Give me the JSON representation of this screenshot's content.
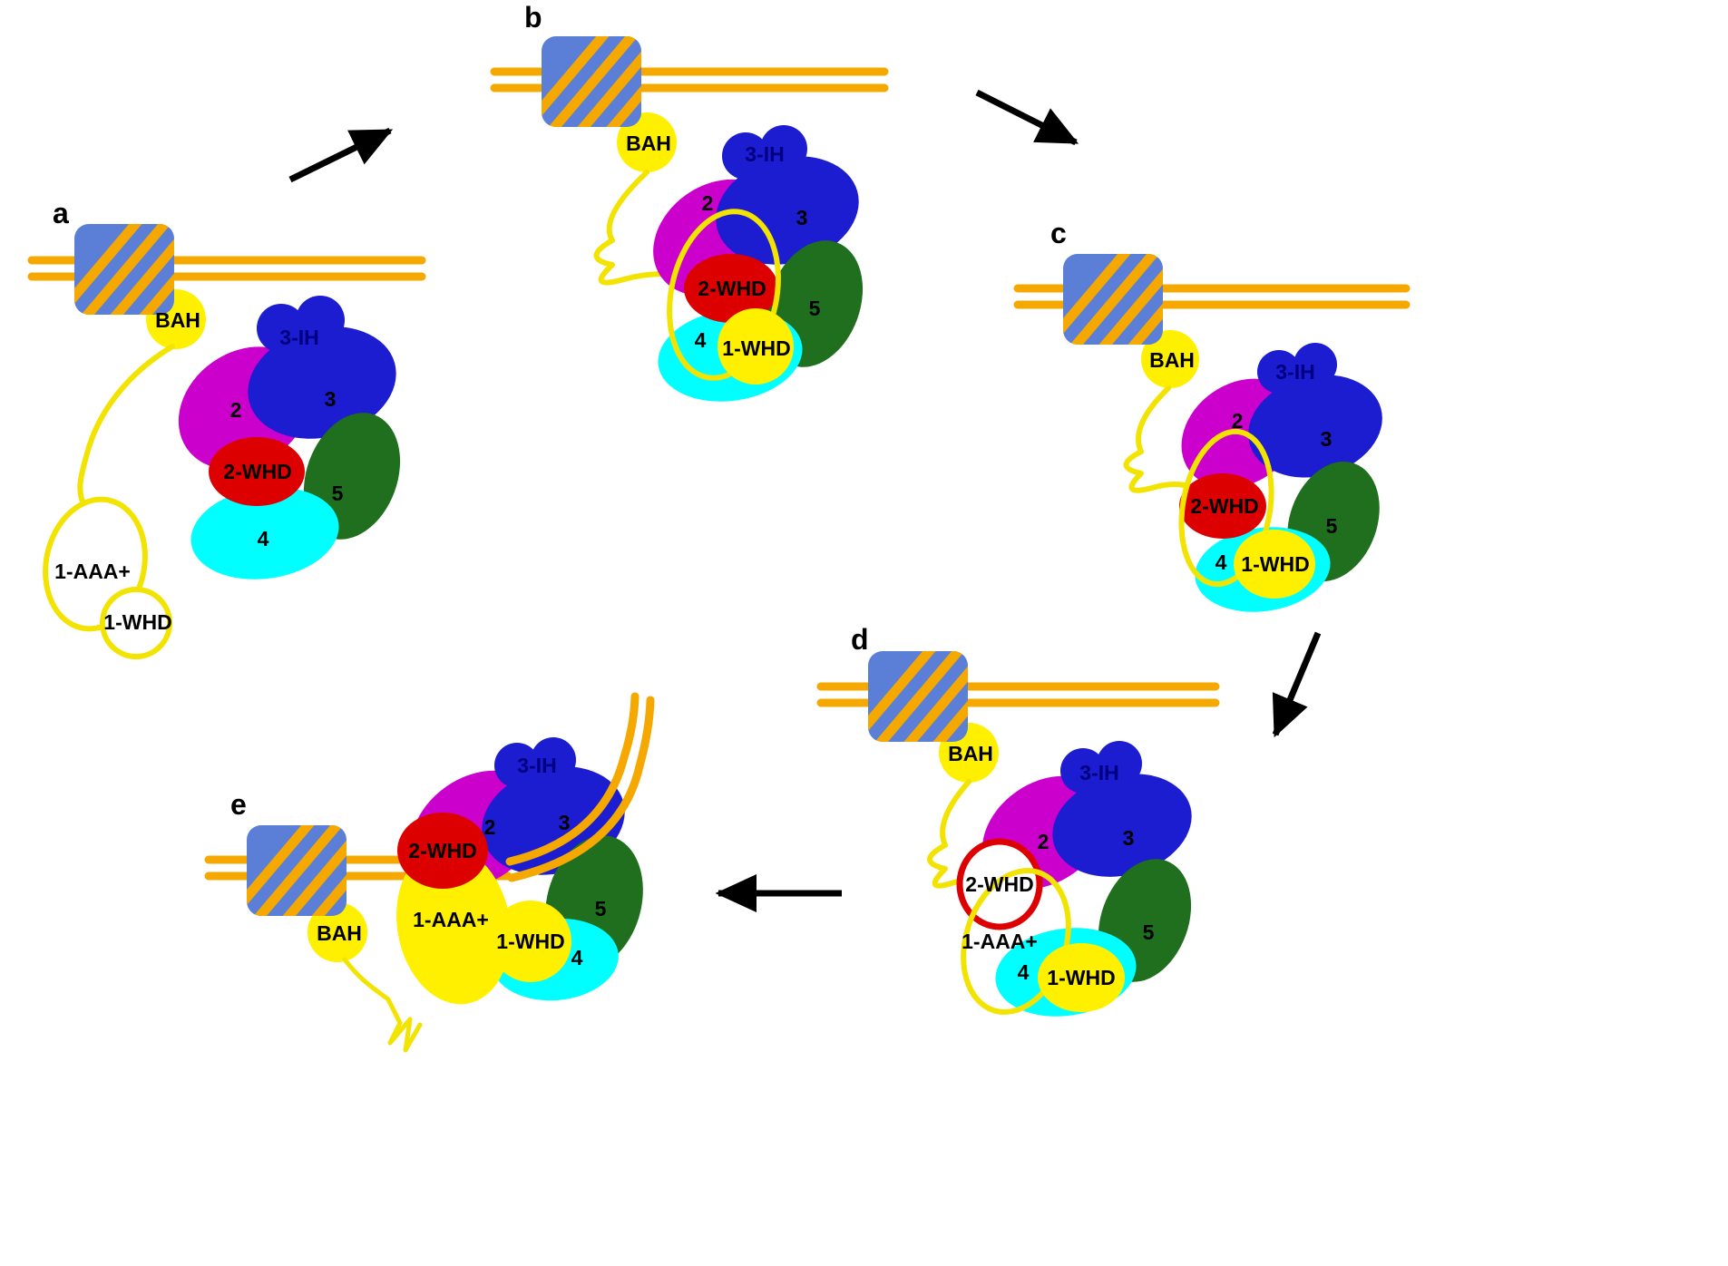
{
  "panels": {
    "a": "a",
    "b": "b",
    "c": "c",
    "d": "d",
    "e": "e"
  },
  "labels": {
    "bah": "BAH",
    "aaa1": "1-AAA+",
    "whd1": "1-WHD",
    "whd2": "2-WHD",
    "ih3": "3-IH",
    "sub2": "2",
    "sub3": "3",
    "sub4": "4",
    "sub5": "5"
  },
  "colors": {
    "dna": "#F4A800",
    "nucleosome": "#5B7FD6",
    "bah": "#FFF000",
    "linker": "#F2E300",
    "subunit2": "#CC00CC",
    "subunit3": "#1C1CD0",
    "subunit4": "#00FFFF",
    "subunit5": "#1F6F1F",
    "whd2": "#DD0000",
    "whd1": "#FFF000",
    "arrow": "#000000",
    "text": "#000000",
    "ih_text": "#000080"
  }
}
